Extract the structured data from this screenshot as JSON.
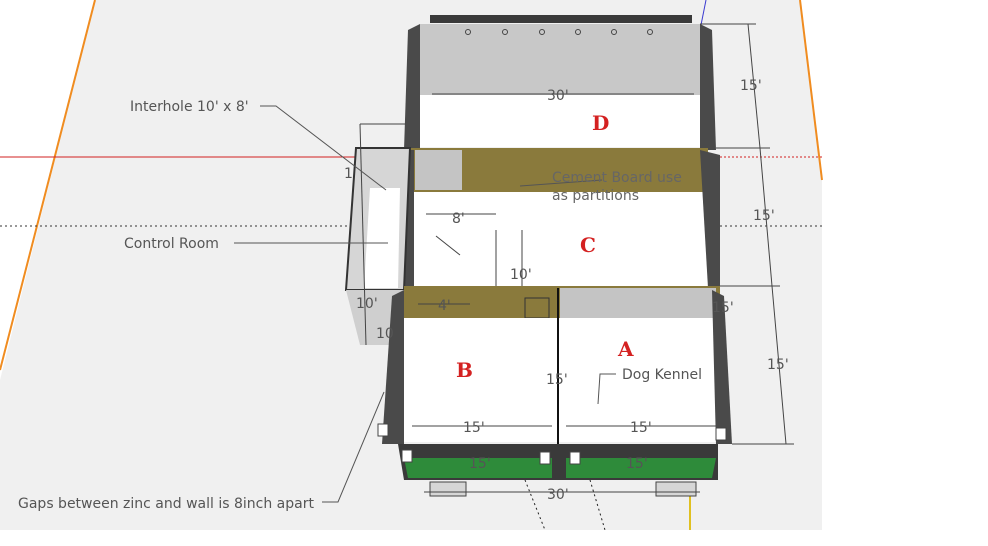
{
  "colors": {
    "ground": "#f0f0f0",
    "background": "#ffffff",
    "room_label": "#d42121",
    "cement_board": "#8a7a3c",
    "zinc_panel": "#2e8b3a",
    "wall_dark": "#4a4a4a",
    "dimension_text": "#555555",
    "axis_red": "#d22020",
    "axis_orange": "#f08c20"
  },
  "rooms": {
    "a": "A",
    "b": "B",
    "c": "C",
    "d": "D"
  },
  "callouts": {
    "interhole": "Interhole 10' x 8'",
    "control_room": "Control Room",
    "gaps": "Gaps between zinc and wall is 8inch apart",
    "dog_kennel": "Dog Kennel",
    "cement_board_line1": "Cement Board use",
    "cement_board_line2": "as partitions"
  },
  "dimensions": {
    "d_width": "30'",
    "d_depth": "15'",
    "c_depth": "15'",
    "ab_depth": "15'",
    "interhole_width": "8'",
    "interhole_height": "10'",
    "doorway": "4'",
    "b_width": "15'",
    "a_width": "15'",
    "ab_divider": "15'",
    "overall_width": "30'",
    "control_room_height": "10'",
    "control_room_step": "10",
    "zinc_left": "15'",
    "zinc_right": "15'",
    "control_room_partial": "1",
    "right_partial": "15'"
  }
}
